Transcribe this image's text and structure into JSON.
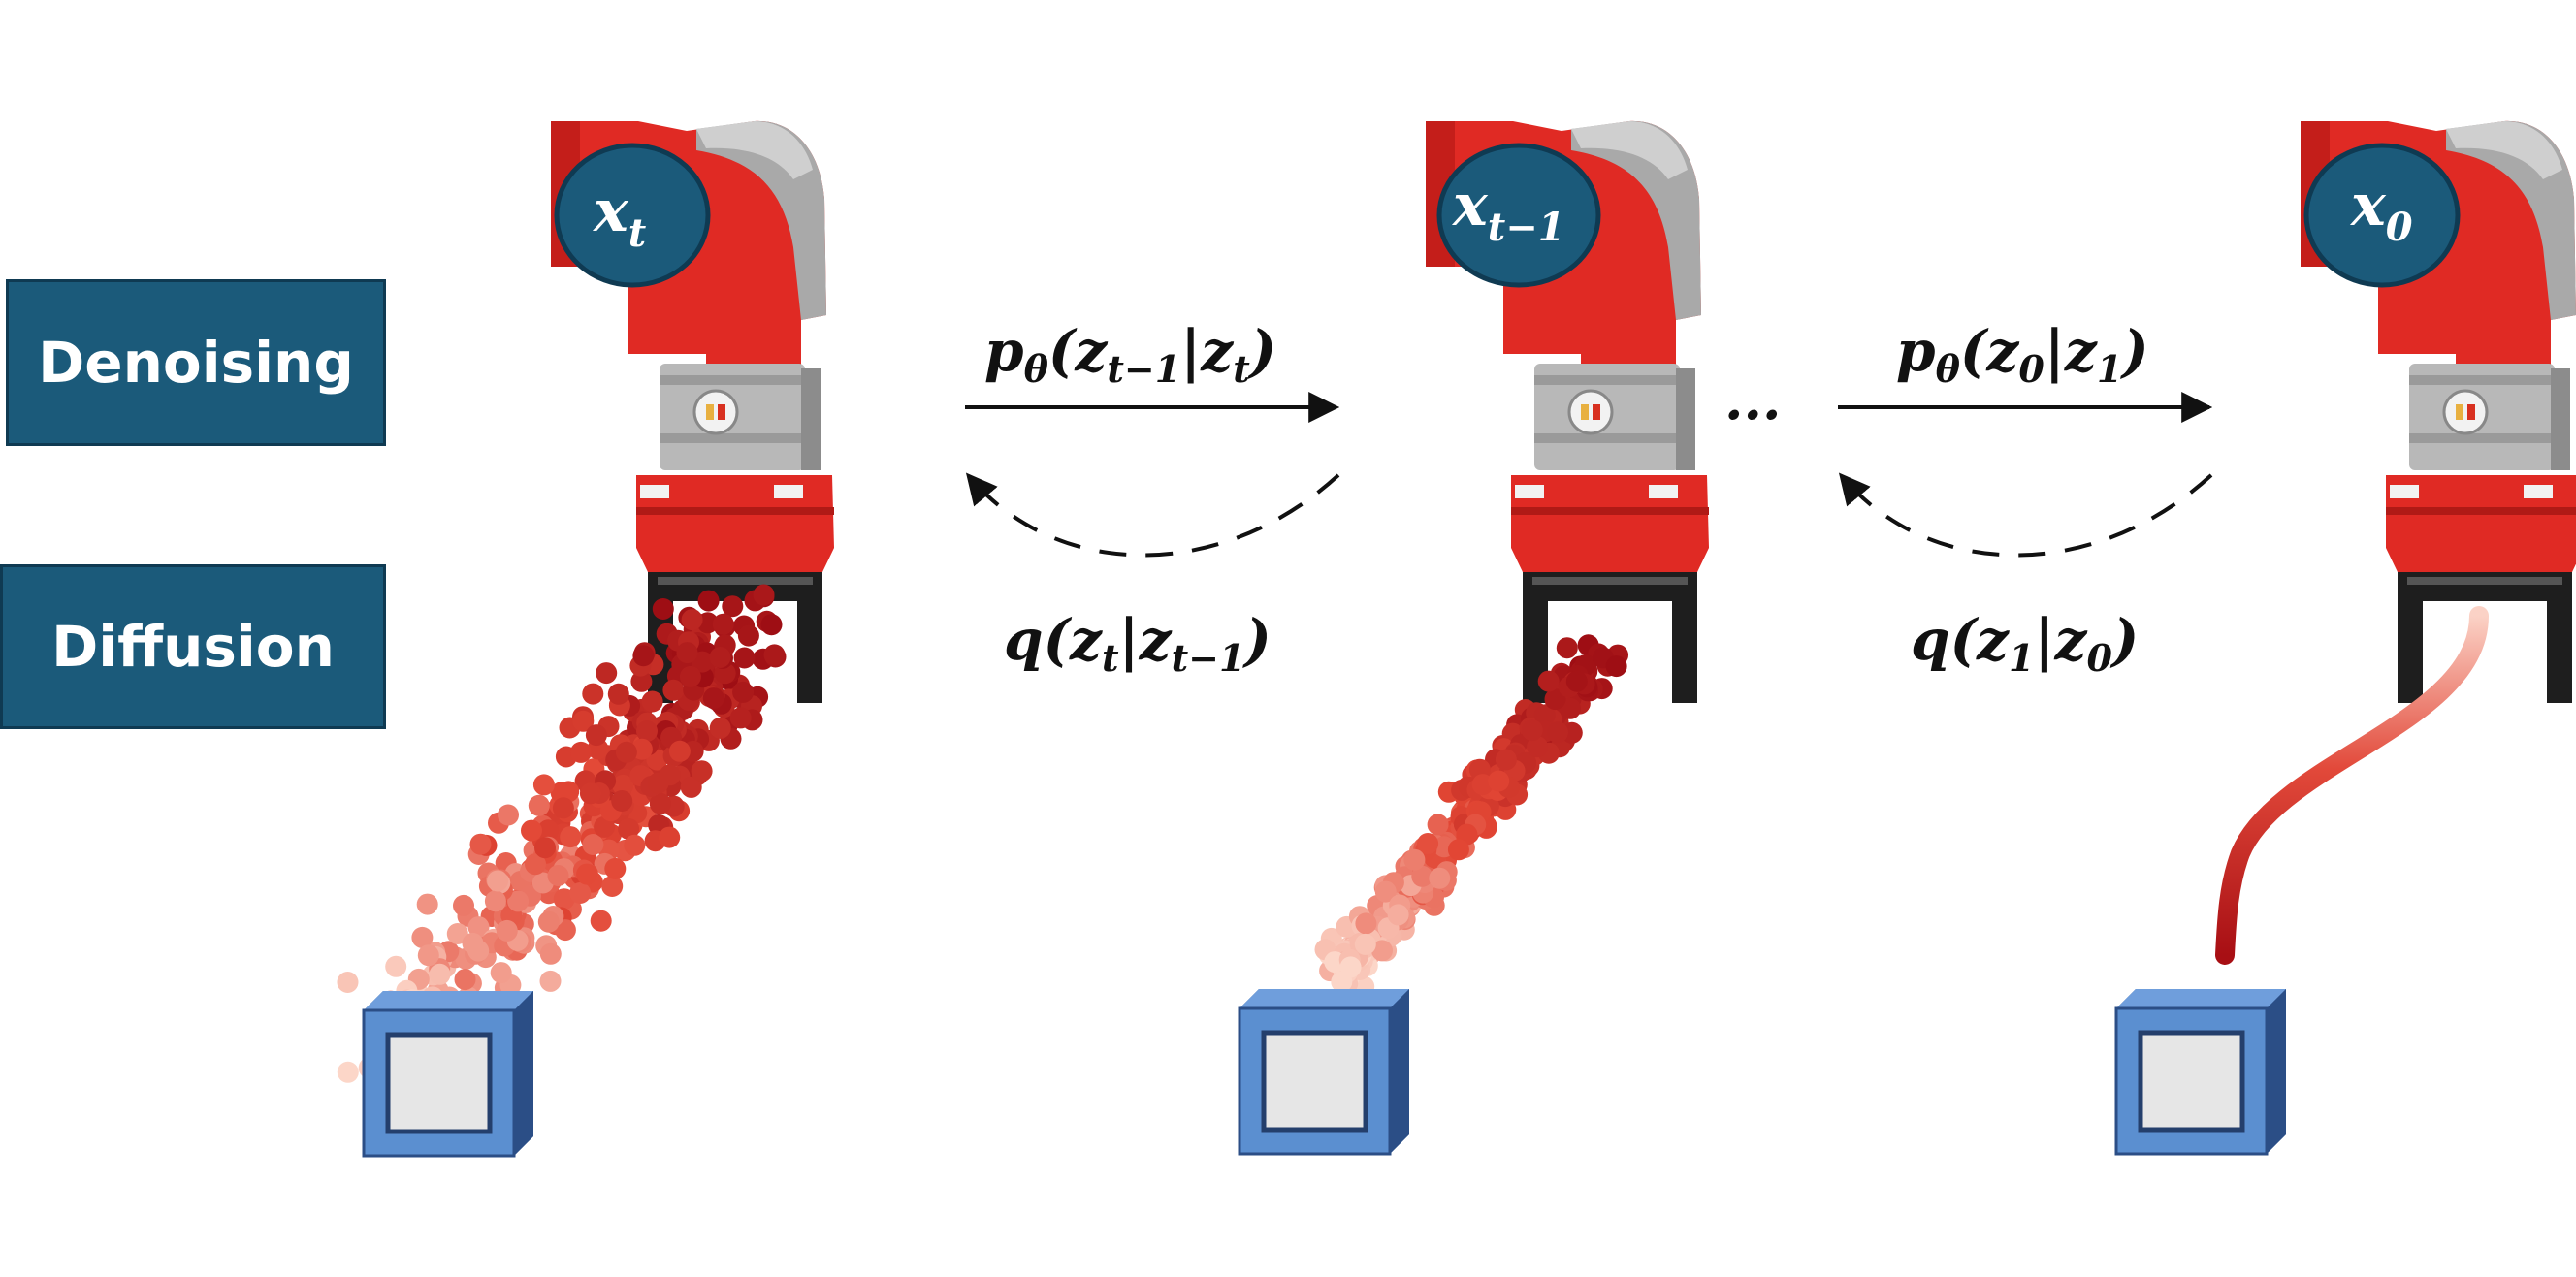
{
  "labels": {
    "denoising": "Denoising",
    "diffusion": "Diffusion"
  },
  "states": [
    {
      "base": "x",
      "sub": "t"
    },
    {
      "base": "x",
      "sub": "t−1"
    },
    {
      "base": "x",
      "sub": "0"
    }
  ],
  "transitions": [
    {
      "forward": {
        "p": "p",
        "theta": "θ",
        "open": "(z",
        "sub1": "t−1",
        "bar": "|z",
        "sub2": "t",
        "close": ")"
      },
      "reverse": {
        "q": "q",
        "open": "(z",
        "sub1": "t",
        "bar": "|z",
        "sub2": "t−1",
        "close": ")"
      }
    },
    {
      "forward": {
        "p": "p",
        "theta": "θ",
        "open": "(z",
        "sub1": "0",
        "bar": "|z",
        "sub2": "1",
        "close": ")"
      },
      "reverse": {
        "q": "q",
        "open": "(z",
        "sub1": "1",
        "bar": "|z",
        "sub2": "0",
        "close": ")"
      }
    }
  ],
  "ellipsis": "...",
  "colors": {
    "label_bg": "#1b5a7a",
    "robot_red": "#e02a24",
    "robot_gray": "#a8a8a8",
    "cube_blue": "#5b8fd0",
    "arrow": "#111111"
  },
  "icons": [
    "robot-arm-icon",
    "gripper-icon",
    "cube-icon",
    "point-cloud-icon"
  ]
}
